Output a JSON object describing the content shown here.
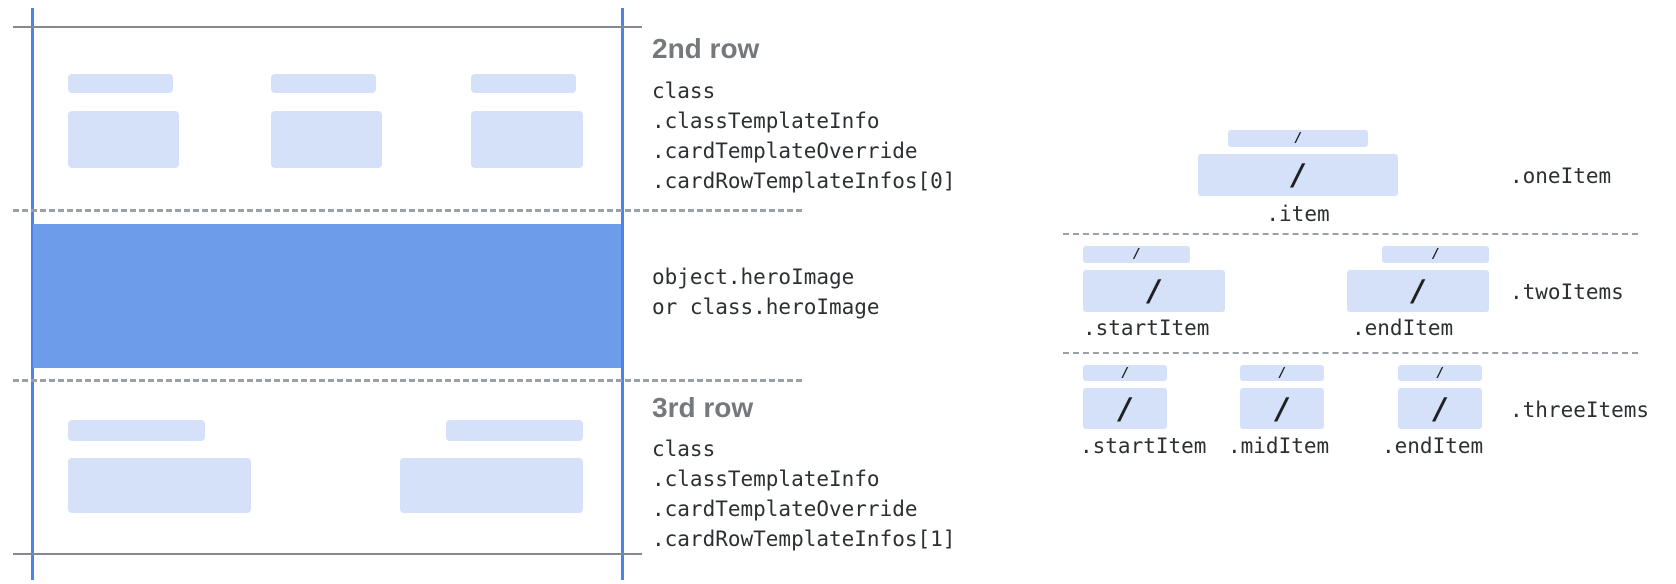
{
  "colors": {
    "placeholder_fill": "#d5e1f8",
    "hero_fill": "#6d9ceb",
    "edge_line_blue": "#4e82ea",
    "frame_line_gray": "#85898d",
    "dash_line_gray": "#9aa0a6",
    "heading_text": "#75797e",
    "code_text": "#2c3033"
  },
  "slash": "/",
  "left_card": {
    "second_row": {
      "heading": "2nd row",
      "code_lines": [
        "class",
        ".classTemplateInfo",
        ".cardTemplateOverride",
        ".cardRowTemplateInfos[0]"
      ]
    },
    "hero_image": {
      "code_lines": [
        "object.heroImage",
        "or class.heroImage"
      ]
    },
    "third_row": {
      "heading": "3rd row",
      "code_lines": [
        "class",
        ".classTemplateInfo",
        ".cardTemplateOverride",
        ".cardRowTemplateInfos[1]"
      ]
    }
  },
  "right_panel": {
    "one_item": {
      "row_label": ".oneItem",
      "item_labels": [
        ".item"
      ]
    },
    "two_items": {
      "row_label": ".twoItems",
      "item_labels": [
        ".startItem",
        ".endItem"
      ]
    },
    "three_items": {
      "row_label": ".threeItems",
      "item_labels": [
        ".startItem",
        ".midItem",
        ".endItem"
      ]
    }
  }
}
